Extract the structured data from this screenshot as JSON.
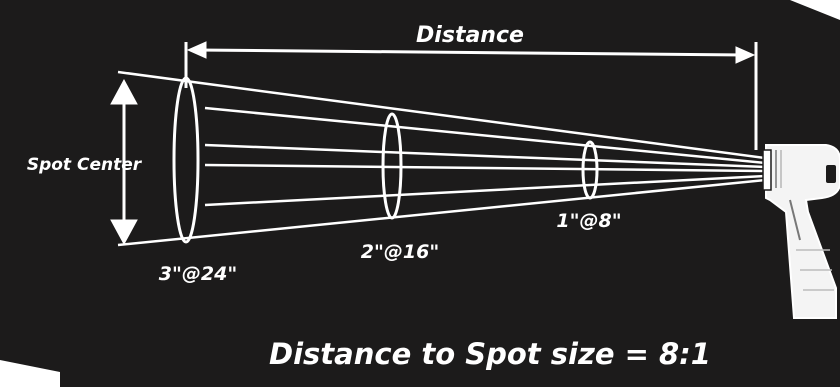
{
  "diagram": {
    "top_label": "Distance",
    "side_label": "Spot Center",
    "spots": [
      {
        "label": "3\"@24\""
      },
      {
        "label": "2\"@16\""
      },
      {
        "label": "1\"@8\""
      }
    ],
    "caption": "Distance to Spot size = 8:1",
    "colors": {
      "background": "#1c1b1b",
      "foreground": "#ffffff",
      "paper": "#ffffff"
    },
    "icons": [
      "infrared-thermometer-icon",
      "distance-arrow-icon",
      "spot-center-arrow-icon"
    ]
  }
}
